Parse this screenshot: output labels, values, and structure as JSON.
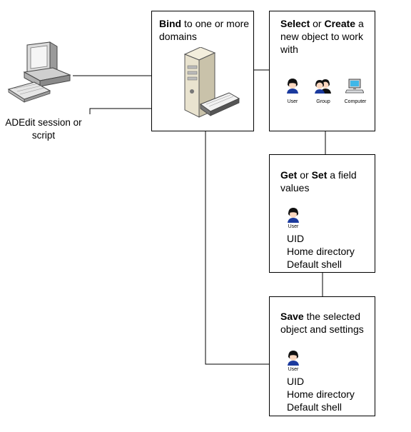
{
  "client": {
    "caption": "ADEdit session or script"
  },
  "bind_box": {
    "bold": "Bind",
    "rest": " to one or more domains"
  },
  "select_box": {
    "bold1": "Select",
    "mid": " or ",
    "bold2": "Create",
    "rest": " a new object to work with",
    "icons": [
      {
        "name": "user-icon",
        "label": "User"
      },
      {
        "name": "group-icon",
        "label": "Group"
      },
      {
        "name": "computer-icon",
        "label": "Computer"
      }
    ]
  },
  "getset_box": {
    "bold1": "Get",
    "mid": " or ",
    "bold2": "Set",
    "rest": " a field values",
    "icon_label": "User",
    "fields": [
      "UID",
      "Home directory",
      "Default shell"
    ]
  },
  "save_box": {
    "bold": "Save",
    "rest": " the selected object and settings",
    "icon_label": "User",
    "fields": [
      "UID",
      "Home directory",
      "Default shell"
    ]
  },
  "colors": {
    "line": "#000000",
    "person_face": "#fbd7bf",
    "person_body": "#1b3a9e",
    "hair": "#111111",
    "server": "#e9e3cf",
    "computer": "#c8ccd0"
  }
}
